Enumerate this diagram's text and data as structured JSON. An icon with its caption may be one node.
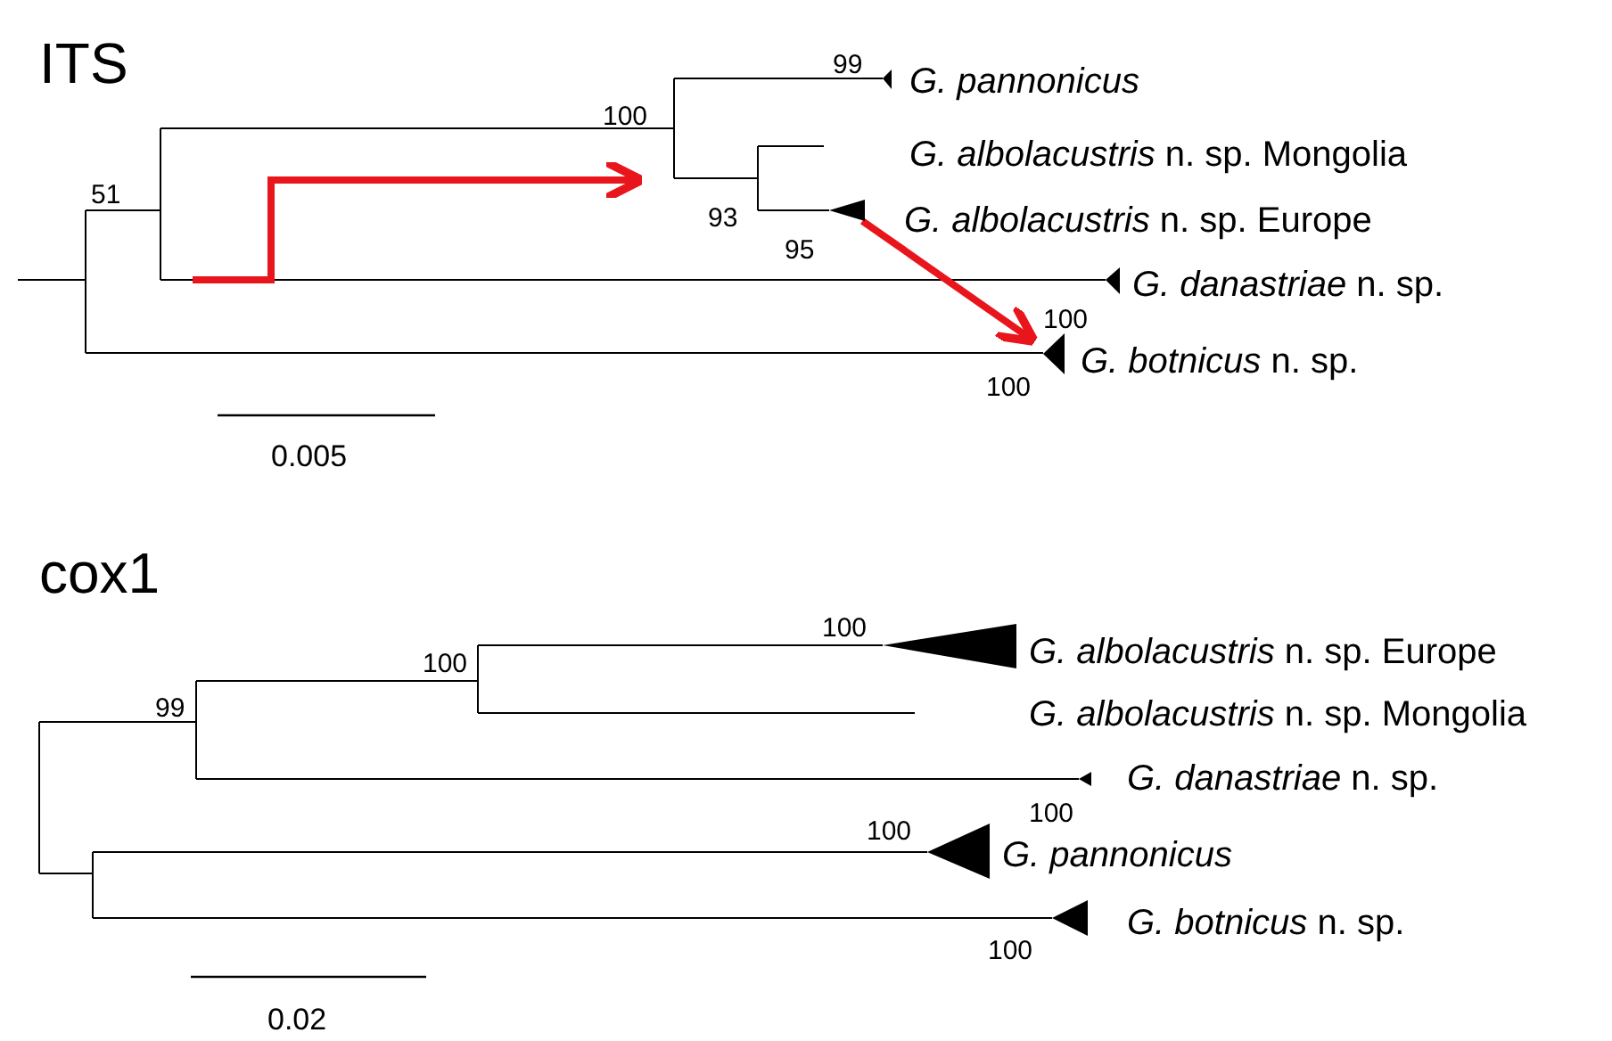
{
  "diagram": {
    "nodes": [
      {
        "text": [],
        "shape": "triangle"
      },
      {
        "text": [],
        "shape": "triangle"
      }
    ],
    "edges": [
      {
        "from": 0,
        "to": 1,
        "arrow": "to",
        "color": "#e8161c"
      }
    ],
    "labels": [
      "ITS",
      "99",
      "*G. pannonicus*",
      "100",
      "*G. albolacustris* n. sp. Mongolia",
      "51",
      "93",
      "*G. albolacustris* n. sp. Europe",
      "95",
      "*G. danastriae* n. sp.",
      "100",
      "*G. botnicus* n. sp.",
      "100",
      "0.005",
      "cox1",
      "100",
      "*G. albolacustris* n. sp. Europe",
      "100",
      "99",
      "*G. albolacustris* n. sp. Mongolia",
      "*G. danastriae* n. sp.",
      "100",
      "100",
      "*G. pannonicus*",
      "*G. botnicus* n. sp.",
      "100",
      "0.02"
    ]
  }
}
